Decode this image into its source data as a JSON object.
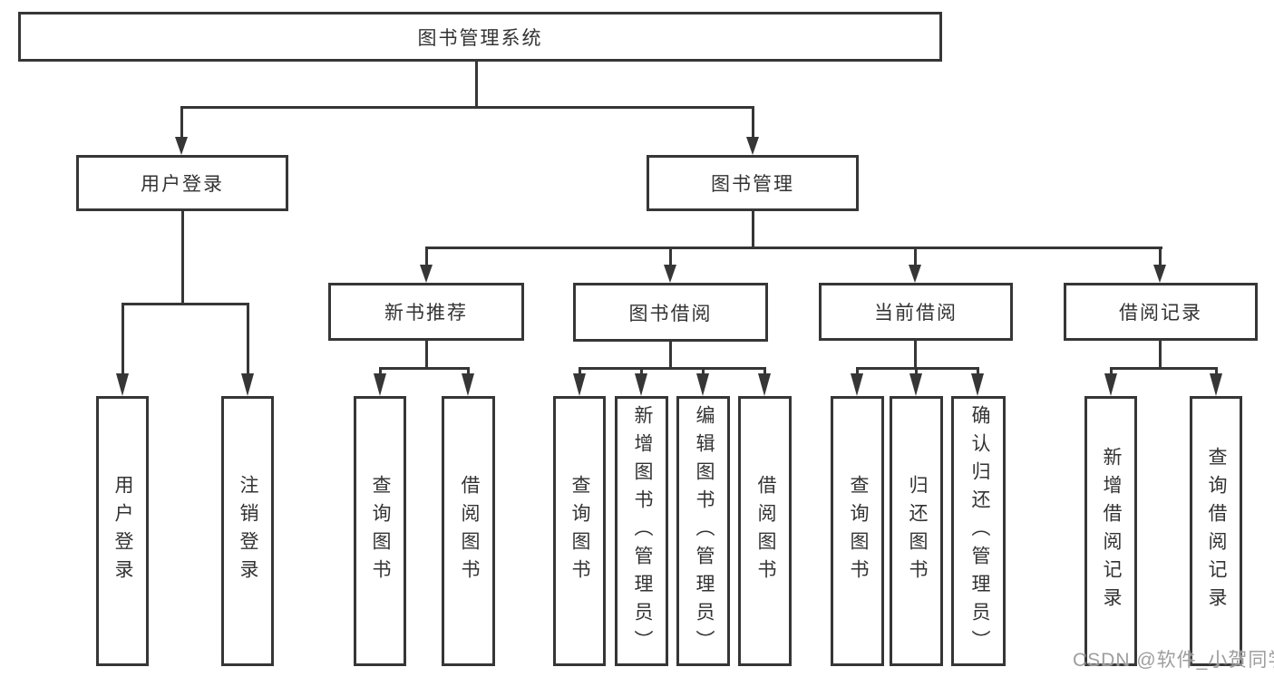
{
  "diagram": {
    "type": "hierarchy-tree",
    "title": "图书管理系统",
    "watermark": "CSDN @软件_小贺同学",
    "colors": {
      "line": "#363636",
      "text": "#333333",
      "background": "#ffffff",
      "watermark": "#999999"
    },
    "tree": {
      "root": {
        "label": "图书管理系统"
      },
      "level1": [
        {
          "label": "用户登录",
          "parent": "图书管理系统"
        },
        {
          "label": "图书管理",
          "parent": "图书管理系统"
        }
      ],
      "level2": [
        {
          "label": "新书推荐",
          "parent": "图书管理"
        },
        {
          "label": "图书借阅",
          "parent": "图书管理"
        },
        {
          "label": "当前借阅",
          "parent": "图书管理"
        },
        {
          "label": "借阅记录",
          "parent": "图书管理"
        }
      ],
      "leaves": [
        {
          "label": "用户登录",
          "parent": "用户登录"
        },
        {
          "label": "注销登录",
          "parent": "用户登录"
        },
        {
          "label": "查询图书",
          "parent": "新书推荐"
        },
        {
          "label": "借阅图书",
          "parent": "新书推荐"
        },
        {
          "label": "查询图书",
          "parent": "图书借阅"
        },
        {
          "label": "新增图书（管理员）",
          "parent": "图书借阅"
        },
        {
          "label": "编辑图书（管理员）",
          "parent": "图书借阅"
        },
        {
          "label": "借阅图书",
          "parent": "图书借阅"
        },
        {
          "label": "查询图书",
          "parent": "当前借阅"
        },
        {
          "label": "归还图书",
          "parent": "当前借阅"
        },
        {
          "label": "确认归还（管理员）",
          "parent": "当前借阅"
        },
        {
          "label": "新增借阅记录",
          "parent": "借阅记录"
        },
        {
          "label": "查询借阅记录",
          "parent": "借阅记录"
        }
      ]
    }
  }
}
